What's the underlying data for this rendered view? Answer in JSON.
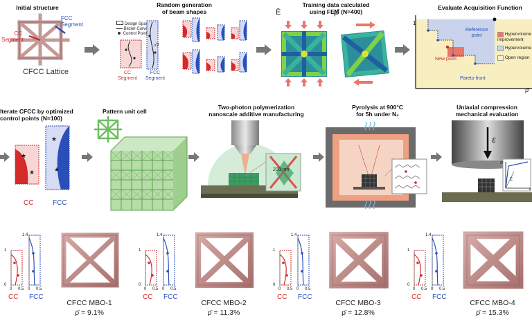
{
  "row1": {
    "initial_structure": {
      "title": "Initial structure",
      "cc_label": "CC",
      "cc_label2": "Segment",
      "fcc_label": "FCC",
      "fcc_label2": "Segment",
      "lattice_label": "CFCC Lattice"
    },
    "random_gen": {
      "title_line1": "Random generation",
      "title_line2": "of beam shapes",
      "legend": [
        "Design Space",
        "Bézier Curve",
        "Control Point"
      ],
      "sqrt2": "√2",
      "cc_label": "CC",
      "cc_label2": "Segment",
      "fcc_label": "FCC",
      "fcc_label2": "Segment"
    },
    "training": {
      "title_line1": "Training data calculated",
      "title_line2": "using FEM (N=400)",
      "e_label": "Ē",
      "mu_label": "μ̄"
    },
    "acquisition": {
      "title": "Evaluate Acquisition Function",
      "y_axis": "1/Ē",
      "x_axis": "ρ̄",
      "ref_point_line1": "Reference",
      "ref_point_line2": "point",
      "new_point": "New point",
      "pareto_front": "Pareto front",
      "legend": [
        "Hypervolume improvement",
        "Hypervolume",
        "Open region"
      ],
      "legend_colors": [
        "#e8776a",
        "#c9d4ec",
        "#f8eec0"
      ]
    }
  },
  "row2": {
    "iterate": {
      "title_line1": "Iterate CFCC by optimized",
      "title_line2": "control points (N=100)",
      "cc_label": "CC",
      "fcc_label": "FCC"
    },
    "pattern": {
      "title": "Pattern unit cell"
    },
    "tpp": {
      "title_line1": "Two-photon polymerization",
      "title_line2": "nanoscale additive manufacturing",
      "scale": "200 nm"
    },
    "pyrolysis": {
      "title_line1": "Pyrolysis at 900°C",
      "title_line2": "for 5h under N₂"
    },
    "compression": {
      "title_line1": "Uniaxial compression",
      "title_line2": "mechanical evaluation",
      "epsilon": "ε",
      "sigma": "σ",
      "e_small": "E",
      "eps_small": "ε"
    }
  },
  "row3": {
    "items": [
      {
        "name": "CFCC MBO-1",
        "density": "ρ̄ = 9.1%",
        "cc": "CC",
        "fcc": "FCC",
        "axis_top": "1.4",
        "axis_mid": "1",
        "axis_zero": "0",
        "axis_x0": "0",
        "axis_x1": "0.5",
        "axis_x2": "0",
        "axis_x3": "0.5"
      },
      {
        "name": "CFCC MBO-2",
        "density": "ρ̄ = 11.3%",
        "cc": "CC",
        "fcc": "FCC",
        "axis_top": "1.4",
        "axis_mid": "1",
        "axis_zero": "0",
        "axis_x0": "0",
        "axis_x1": "0.5",
        "axis_x2": "0",
        "axis_x3": "0.5"
      },
      {
        "name": "CFCC MBO-3",
        "density": "ρ̄ = 12.8%",
        "cc": "CC",
        "fcc": "FCC",
        "axis_top": "1.4",
        "axis_mid": "1",
        "axis_zero": "0",
        "axis_x0": "0",
        "axis_x1": "0.5",
        "axis_x2": "0",
        "axis_x3": "0.5"
      },
      {
        "name": "CFCC MBO-4",
        "density": "ρ̄ = 15.3%",
        "cc": "CC",
        "fcc": "FCC",
        "axis_top": "1.4",
        "axis_mid": "1",
        "axis_zero": "0",
        "axis_x0": "0",
        "axis_x1": "0.5",
        "axis_x2": "0",
        "axis_x3": "0.5"
      }
    ]
  },
  "colors": {
    "lattice": "#c49a98",
    "lattice_dark": "#9a6f6d",
    "cc_red": "#d42a2a",
    "fcc_blue": "#2a4fb8",
    "arrow_gray": "#777777"
  }
}
